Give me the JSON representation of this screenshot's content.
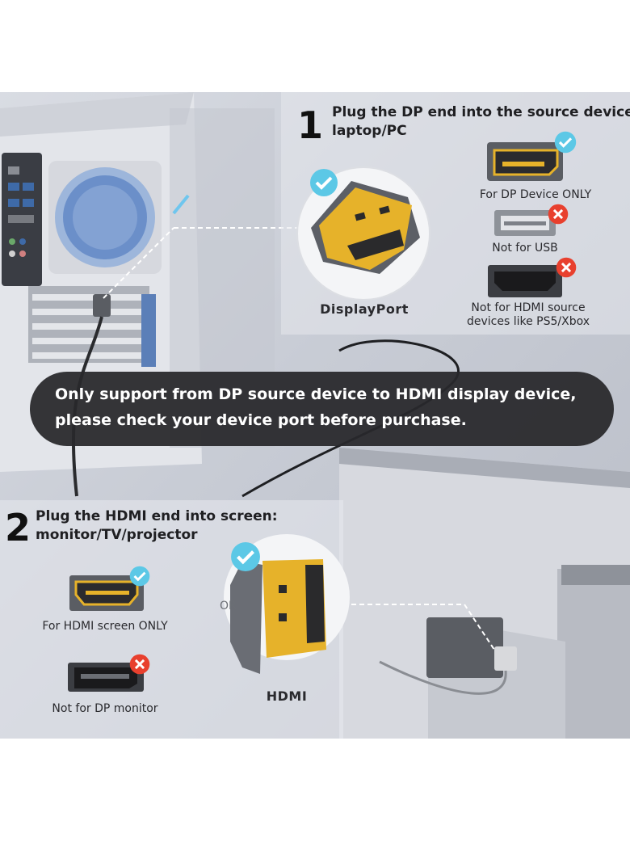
{
  "step1": {
    "number": "1",
    "line1": "Plug the DP end into the source device:",
    "line2": "laptop/PC"
  },
  "step2": {
    "number": "2",
    "line1": "Plug the HDMI end into screen:",
    "line2": "monitor/TV/projector"
  },
  "source_ports": {
    "dp": "For DP Device ONLY",
    "usb": "Not for USB",
    "hdmi_line1": "Not for HDMI source",
    "hdmi_line2": "devices like PS5/Xbox"
  },
  "screen_ports": {
    "hdmi": "For HDMI screen ONLY",
    "dp": "Not for DP monitor"
  },
  "connectors": {
    "displayport": "DisplayPort",
    "hdmi": "HDMI"
  },
  "banner": {
    "line1": "Only support from DP source device to HDMI display device,",
    "line2": "please check your device port before purchase."
  },
  "colors": {
    "check": "#5cc8e6",
    "cross": "#e8402e",
    "gold": "#e2b422",
    "banner": "#28282c"
  }
}
